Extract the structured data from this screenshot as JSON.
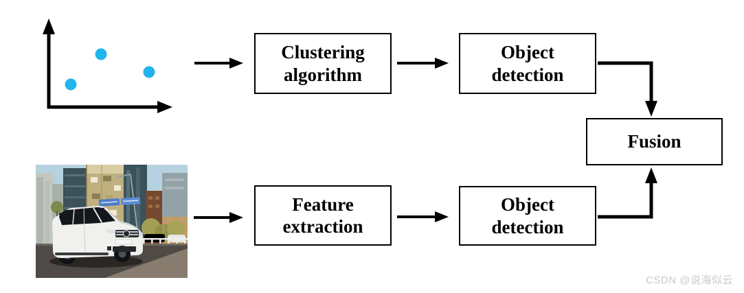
{
  "diagram": {
    "boxes": {
      "clustering": {
        "label": "Clustering algorithm"
      },
      "object_detection_top": {
        "label": "Object detection"
      },
      "feature_extraction": {
        "label": "Feature extraction"
      },
      "object_detection_bottom": {
        "label": "Object detection"
      },
      "fusion": {
        "label": "Fusion"
      }
    }
  },
  "colors": {
    "scatter_dot": "#22b5ea",
    "arrow": "#000000",
    "box_border": "#000000",
    "watermark": "#c9c9c9"
  },
  "watermark": {
    "text": "CSDN @说海似云"
  }
}
